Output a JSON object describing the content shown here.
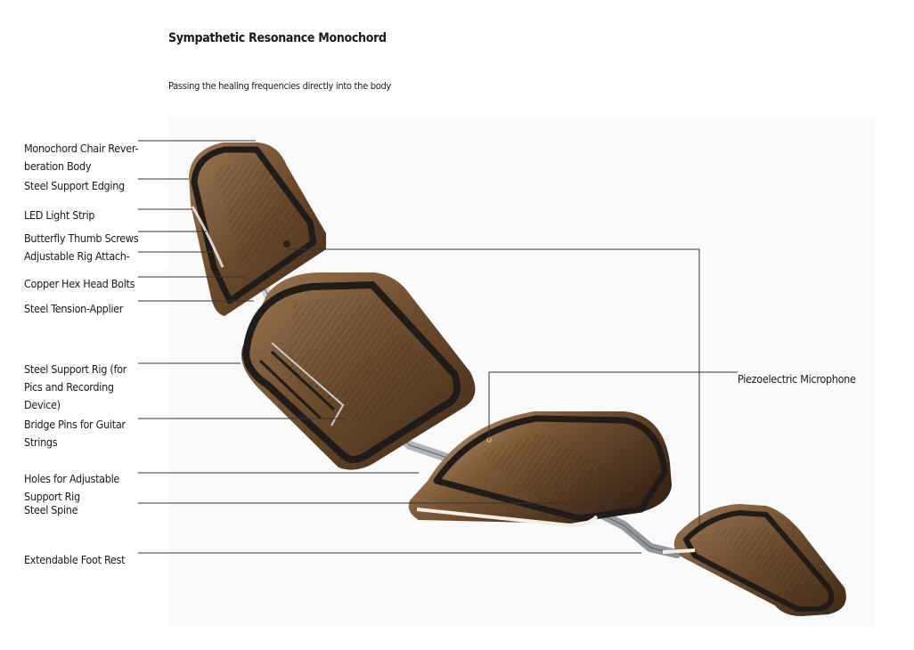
{
  "header": {
    "title": "Sympathetic Resonance Monochord",
    "subtitle": "Passing the healing frequencies directly into the body"
  },
  "labels": [
    {
      "text": "Monochord Chair Rever-beration Body"
    },
    {
      "text": "Steel Support Edging"
    },
    {
      "text": "LED Light Strip"
    },
    {
      "text": "Butterfly Thumb Screws"
    },
    {
      "text": "Adjustable Rig Attach-"
    },
    {
      "text": "Copper Hex Head Bolts"
    },
    {
      "text": "Steel Tension-Applier"
    },
    {
      "text": "Steel Support Rig (for Pics and Recording Device)"
    },
    {
      "text": "Bridge Pins for Guitar Strings"
    },
    {
      "text": "Holes for Adjustable Support Rig"
    },
    {
      "text": "Steel Spine"
    },
    {
      "text": "Extendable Foot Rest"
    }
  ],
  "right_label": {
    "text": "Piezoelectric Microphone"
  },
  "colors": {
    "wood": "#6b4a2c",
    "wood_light": "#8c6a48",
    "frame": "#2a2624",
    "steel": "#b8bcc2",
    "led": "#f3efe6",
    "leader": "#333333"
  }
}
